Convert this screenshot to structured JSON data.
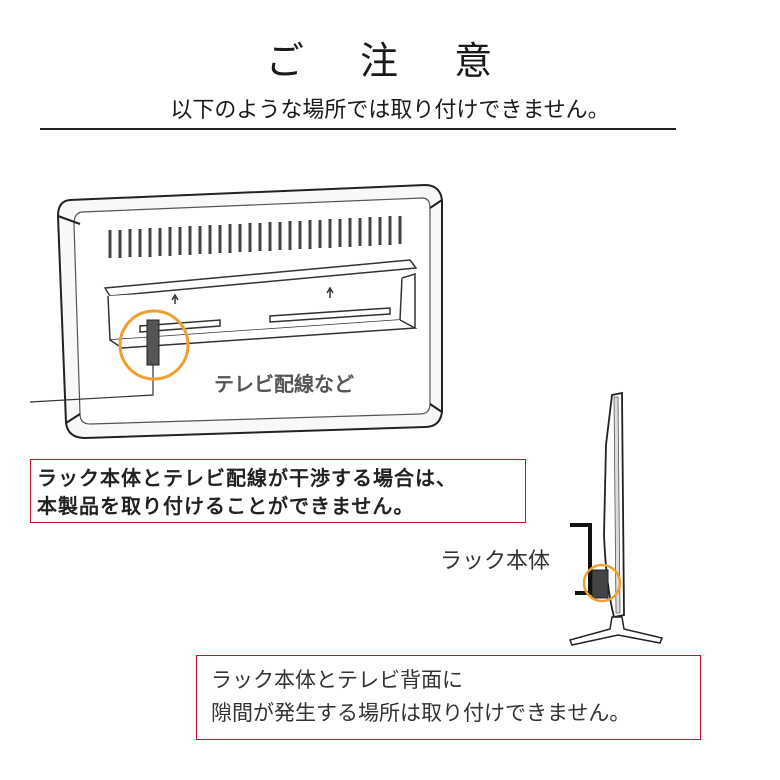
{
  "header": {
    "title": "ご 注 意",
    "subtitle": "以下のような場所では取り付けできません。"
  },
  "figure1": {
    "label": "テレビ配線など"
  },
  "warning1": {
    "line1": "ラック本体とテレビ配線が干渉する場合は、",
    "line2": "本製品を取り付けることができません。"
  },
  "figure2": {
    "rack_label": "ラック本体"
  },
  "warning2": {
    "line1": "ラック本体とテレビ背面に",
    "line2": "隙間が発生する場所は取り付けできません。"
  },
  "colors": {
    "warning_border": "#c8102e",
    "highlight_circle": "#f0a030"
  }
}
